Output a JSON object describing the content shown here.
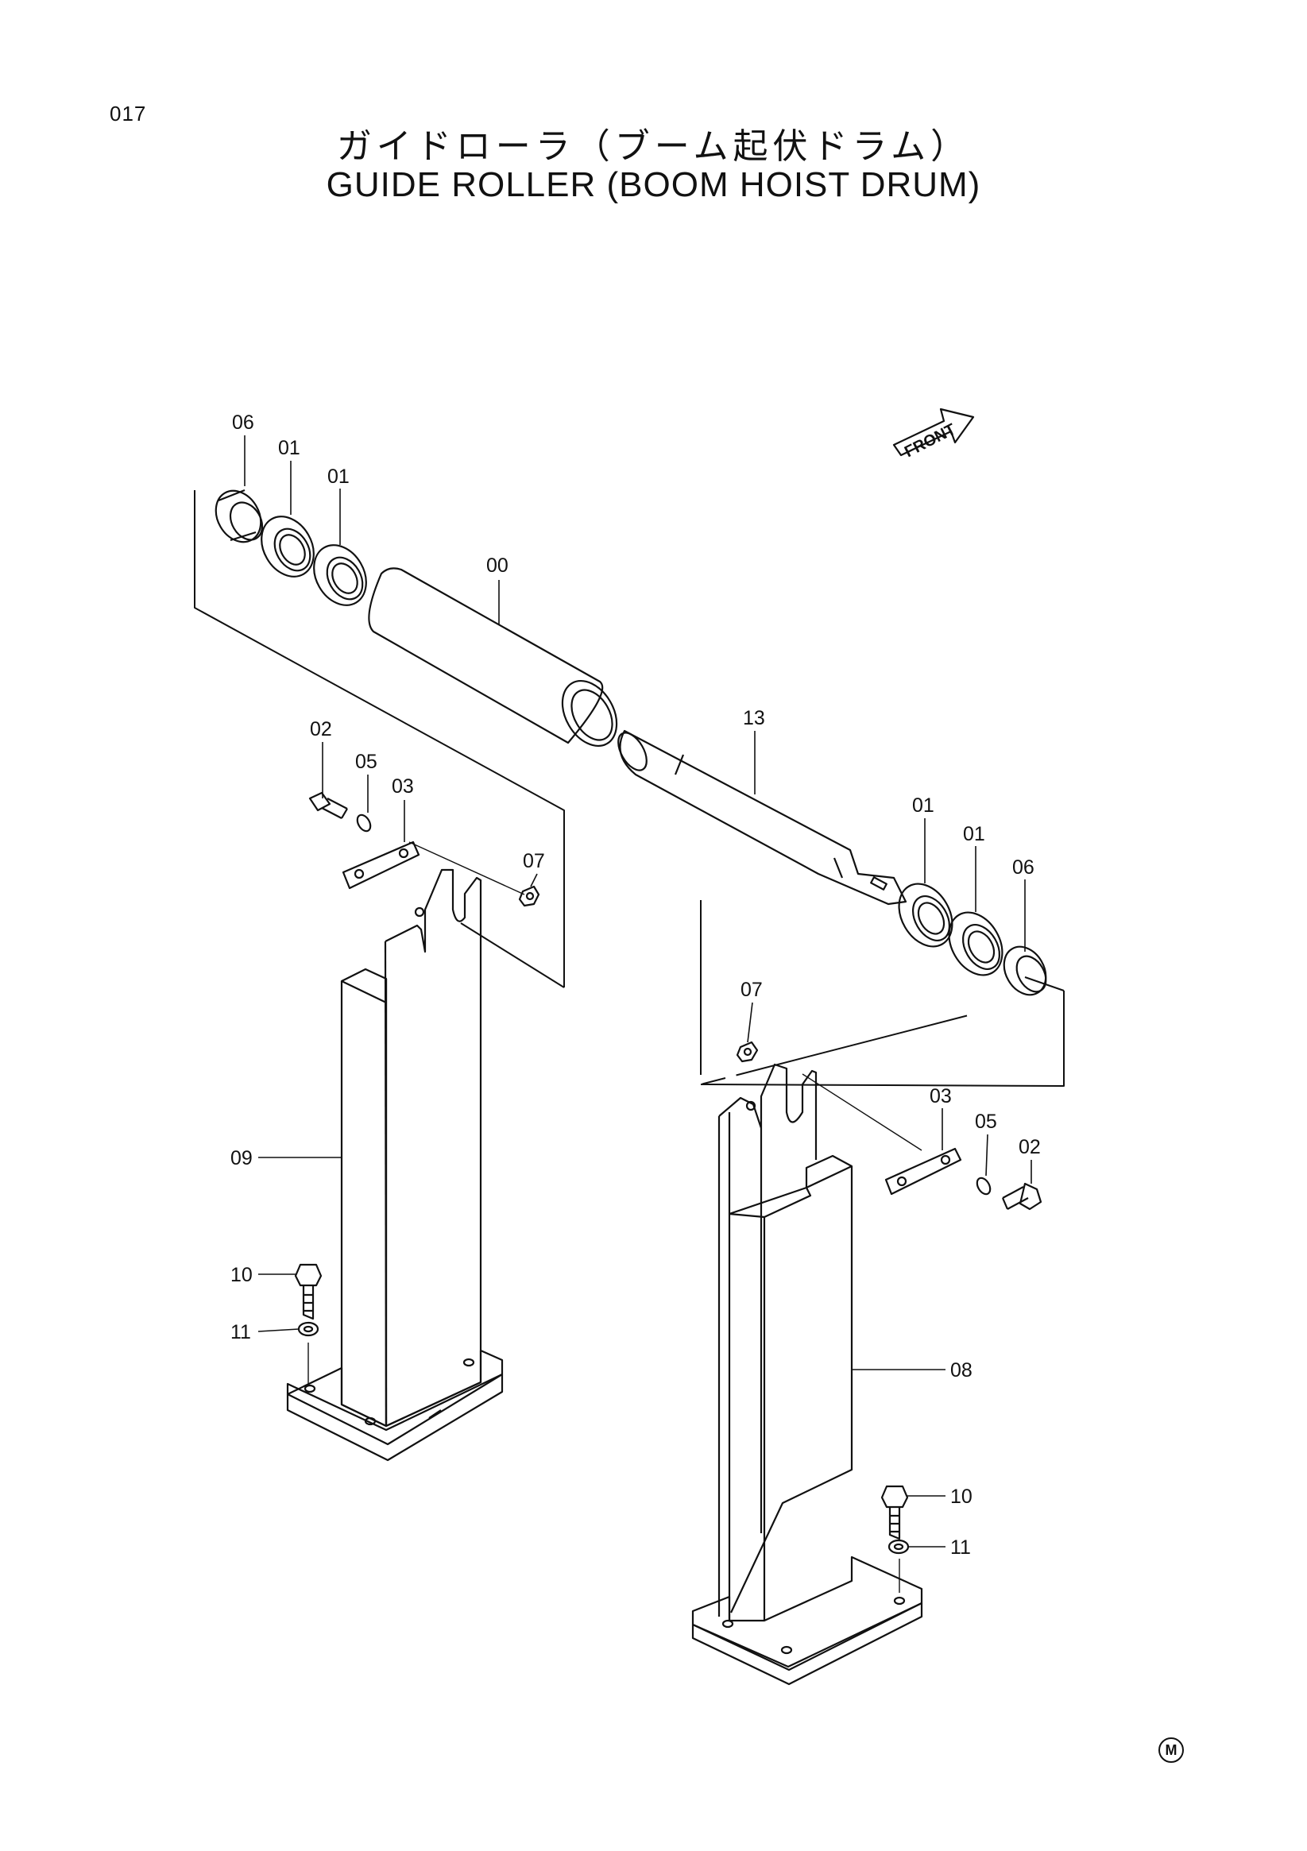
{
  "page_number": "017",
  "title_ja": "ガイドローラ（ブーム起伏ドラム）",
  "title_en": "GUIDE ROLLER (BOOM HOIST DRUM)",
  "front_label": "FRONT",
  "maker_mark": "M",
  "callouts": {
    "c06a": "06",
    "c01a": "01",
    "c01b": "01",
    "c00": "00",
    "c13": "13",
    "c02a": "02",
    "c05a": "05",
    "c03a": "03",
    "c07a": "07",
    "c01c": "01",
    "c01d": "01",
    "c06b": "06",
    "c07b": "07",
    "c03b": "03",
    "c05b": "05",
    "c02b": "02",
    "c09": "09",
    "c10a": "10",
    "c11a": "11",
    "c08": "08",
    "c10b": "10",
    "c11b": "11"
  }
}
